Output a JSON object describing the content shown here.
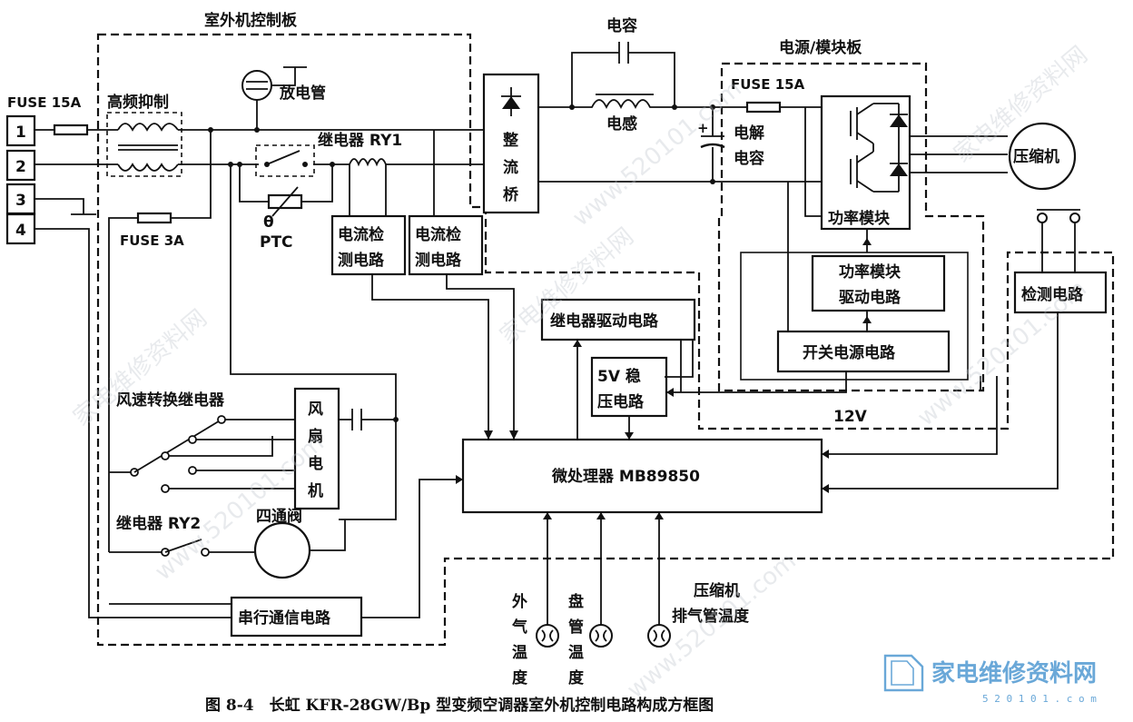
{
  "boards": {
    "outdoor_board": "室外机控制板",
    "power_module_board": "电源/模块板"
  },
  "terminals": [
    "1",
    "2",
    "3",
    "4"
  ],
  "labels": {
    "fuse_15a_left": "FUSE 15A",
    "hf_suppress": "高频抑制",
    "discharge_tube": "放电管",
    "relay_ry1": "继电器 RY1",
    "ptc_theta": "θ",
    "ptc": "PTC",
    "fuse_3a": "FUSE 3A",
    "capacitor": "电容",
    "inductor": "电感",
    "rectifier": [
      "整",
      "流",
      "桥"
    ],
    "electrolytic_cap": [
      "电解",
      "电容"
    ],
    "fuse_15a_right": "FUSE 15A",
    "compressor": "压缩机",
    "power_module": "功率模块",
    "current_detect_1": [
      "电流检",
      "测电路"
    ],
    "current_detect_2": [
      "电流检",
      "测电路"
    ],
    "relay_drive": "继电器驱动电路",
    "regulator_5v": [
      "5V 稳",
      "压电路"
    ],
    "module_drive": [
      "功率模块",
      "驱动电路"
    ],
    "smps": "开关电源电路",
    "v12": "12V",
    "detect_circuit": "检测电路",
    "fan_relay": "风速转换继电器",
    "fan_motor": [
      "风",
      "扇",
      "电",
      "机"
    ],
    "relay_ry2": "继电器 RY2",
    "four_way_valve": "四通阀",
    "mcu": "微处理器 MB89850",
    "serial_comm": "串行通信电路",
    "outdoor_temp": [
      "外",
      "气",
      "温",
      "度"
    ],
    "coil_temp": [
      "盘",
      "管",
      "温",
      "度"
    ],
    "discharge_temp": [
      "压缩机",
      "排气管温度"
    ]
  },
  "caption": "图 8-4　长虹 KFR-28GW/Bp 型变频空调器室外机控制电路构成方框图",
  "watermark": {
    "site_text": "家电维修资料网",
    "site_url": "www.520101.com",
    "logo_text": "家电维修资料网",
    "logo_url": "5 2 0 1 0 1 . c o m"
  }
}
